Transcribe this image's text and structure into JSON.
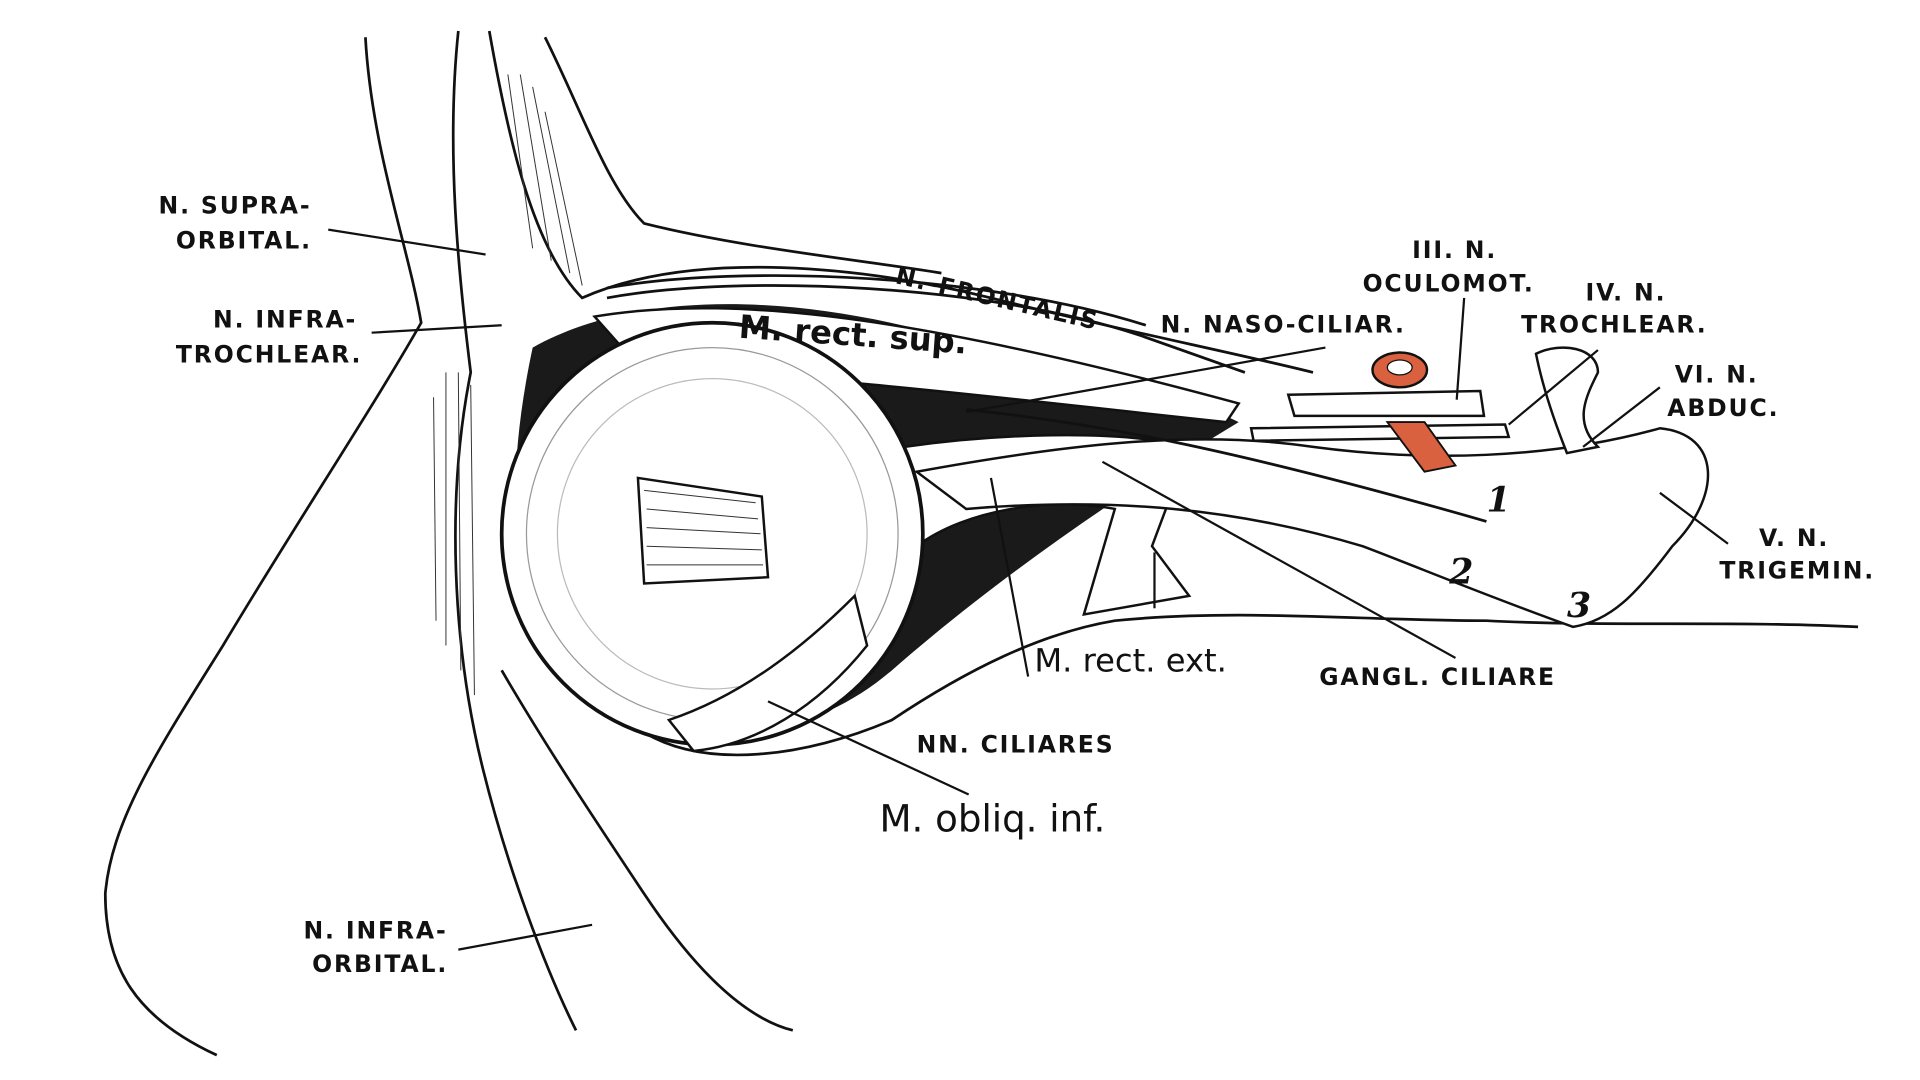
{
  "labels": {
    "supraorbital": [
      "N. SUPRA-",
      "ORBITAL."
    ],
    "infratrochlear": [
      "N. INFRA-",
      "TROCHLEAR."
    ],
    "frontalis": "N.-FRONTALIS",
    "rect_sup": "M. rect. sup.",
    "nasociliar": "N. NASO-CILIAR.",
    "oculomot": [
      "III. N.",
      "OCULOMOT."
    ],
    "trochlear": [
      "IV. N.",
      "TROCHLEAR."
    ],
    "abduc": [
      "VI. N.",
      "ABDUC."
    ],
    "trigemin": [
      "V. N.",
      "TRIGEMIN."
    ],
    "rect_ext": "M. rect. ext.",
    "gangl_ciliare": "GANGL. CILIARE",
    "nn_ciliares": "NN. CILIARES",
    "obliq_inf": "M. obliq. inf.",
    "infraorbital": [
      "N. INFRA-",
      "ORBITAL."
    ],
    "numbers": [
      "1",
      "2",
      "3"
    ]
  },
  "colors": {
    "artery": "#d9613f",
    "ink": "#111111"
  }
}
